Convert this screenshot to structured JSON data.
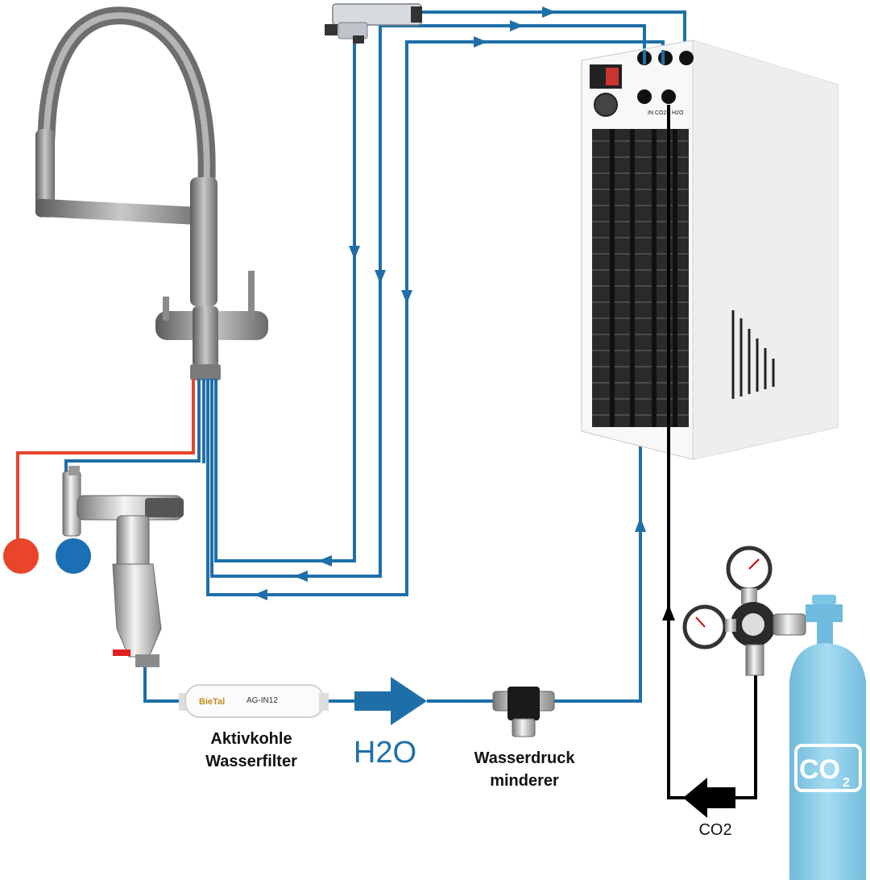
{
  "labels": {
    "filter_brand": "BieTal",
    "filter_model": "AG-IN12",
    "filter_line1": "Aktivkohle",
    "filter_line2": "Wasserfilter",
    "h2o": "H2O",
    "reducer_line1": "Wasserdruck",
    "reducer_line2": "minderer",
    "co2_line": "CO2",
    "cylinder_co": "CO",
    "cylinder_sub": "2",
    "port_in_co2": "IN CO2",
    "port_h2o": "H2O"
  },
  "colors": {
    "water_line": "#1e6fa8",
    "hot_line": "#e8452c",
    "co2_line": "#000000",
    "cylinder": "#8fd0ec",
    "cold_dot": "#1a6fb5",
    "hot_dot": "#e8452c",
    "h2o_text": "#1e6fa8"
  }
}
